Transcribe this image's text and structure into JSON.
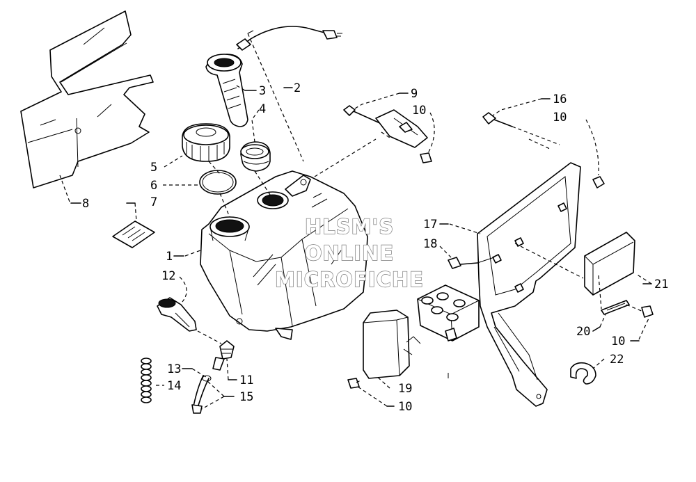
{
  "watermark": {
    "line1": "HLSM'S",
    "line2": "ONLINE",
    "line3": "MICROFICHE"
  },
  "callouts": [
    {
      "id": "1",
      "label": "1"
    },
    {
      "id": "2",
      "label": "2"
    },
    {
      "id": "3",
      "label": "3"
    },
    {
      "id": "4",
      "label": "4"
    },
    {
      "id": "5",
      "label": "5"
    },
    {
      "id": "6",
      "label": "6"
    },
    {
      "id": "7",
      "label": "7"
    },
    {
      "id": "8",
      "label": "8"
    },
    {
      "id": "9",
      "label": "9"
    },
    {
      "id": "10a",
      "label": "10"
    },
    {
      "id": "10b",
      "label": "10"
    },
    {
      "id": "10c",
      "label": "10"
    },
    {
      "id": "10d",
      "label": "10"
    },
    {
      "id": "11",
      "label": "11"
    },
    {
      "id": "12",
      "label": "12"
    },
    {
      "id": "13",
      "label": "13"
    },
    {
      "id": "14",
      "label": "14"
    },
    {
      "id": "15",
      "label": "15"
    },
    {
      "id": "16",
      "label": "16"
    },
    {
      "id": "17",
      "label": "17"
    },
    {
      "id": "18",
      "label": "18"
    },
    {
      "id": "19",
      "label": "19"
    },
    {
      "id": "20",
      "label": "20"
    },
    {
      "id": "21",
      "label": "21"
    },
    {
      "id": "22",
      "label": "22"
    }
  ]
}
